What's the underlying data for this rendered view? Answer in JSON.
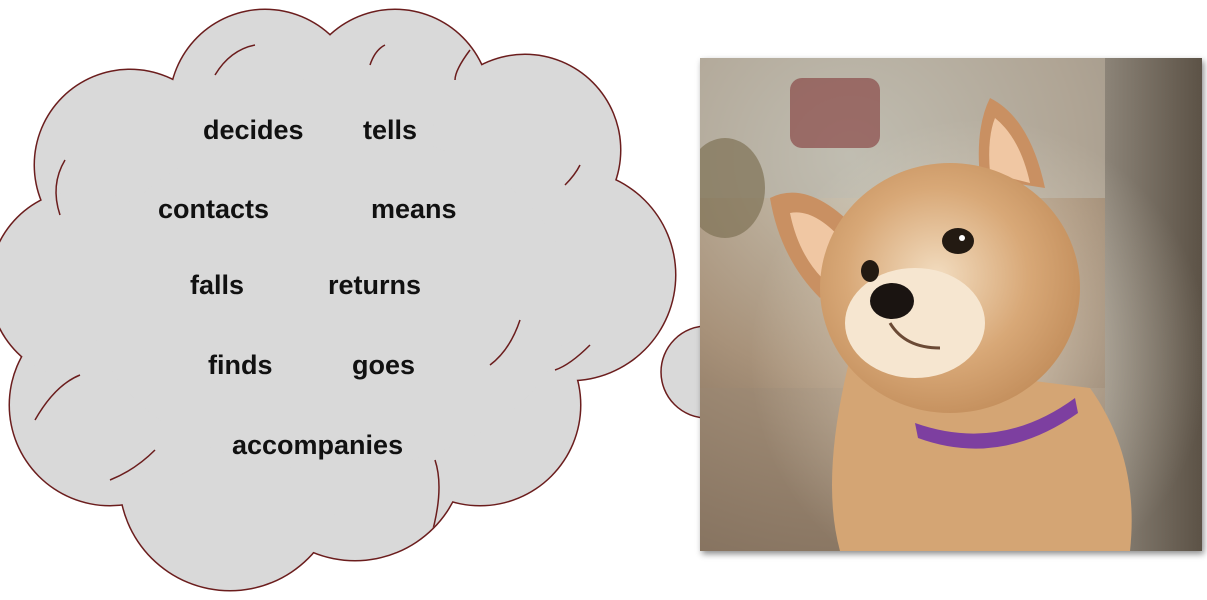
{
  "thought_cloud": {
    "fill_color": "#d9d9d9",
    "outline_color": "#6b1d1d",
    "words": [
      "decides",
      "tells",
      "contacts",
      "means",
      "falls",
      "returns",
      "finds",
      "goes",
      "accompanies"
    ]
  },
  "photo": {
    "subject": "shiba-inu-puppy",
    "collar_color": "#7d3fa0"
  }
}
